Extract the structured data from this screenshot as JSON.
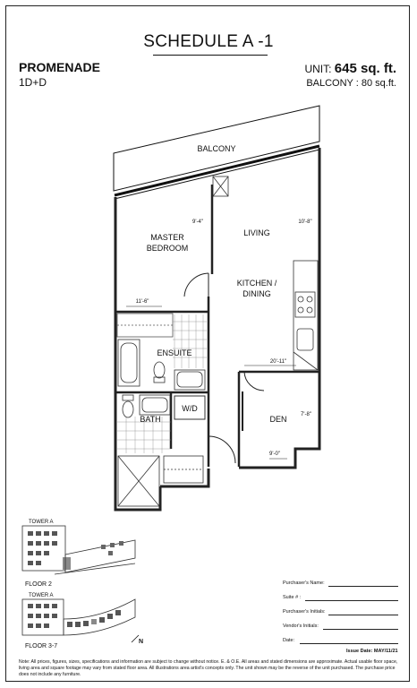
{
  "header": {
    "title": "SCHEDULE A -1",
    "project_name": "PROMENADE",
    "unit_type": "1D+D",
    "unit_prefix": "UNIT:",
    "unit_area": "645 sq. ft.",
    "balcony_area": "BALCONY : 80 sq.ft."
  },
  "rooms": {
    "balcony": "BALCONY",
    "master_line1": "MASTER",
    "master_line2": "BEDROOM",
    "living": "LIVING",
    "kitchen_line1": "KITCHEN /",
    "kitchen_line2": "DINING",
    "ensuite": "ENSUITE",
    "bath": "BATH",
    "wd": "W/D",
    "den": "DEN"
  },
  "dimensions": {
    "master_width": "9'-4\"",
    "living_width": "10'-8\"",
    "master_depth": "11'-6\"",
    "kitchen_depth": "20'-11\"",
    "den_depth": "7'-8\"",
    "den_width": "9'-0\""
  },
  "key_plans": {
    "tower_label_1": "TOWER A",
    "floor_2": "FLOOR 2",
    "tower_label_2": "TOWER A",
    "floor_3_7": "FLOOR 3-7",
    "north": "N"
  },
  "signature_fields": {
    "purchaser_name": "Purchaser's Name:",
    "suite": "Suite # :",
    "purchaser_initials": "Purchaser's Initials:",
    "vendor_initials": "Vendor's Initials:",
    "date": "Date:"
  },
  "issue": {
    "label": "Issue Date:",
    "date": "MAY/11/21"
  },
  "note": "Note: All prices, figures, sizes, specifications and information are subject to change without notice. E. & O.E. All areas and stated dimensions are approximate. Actual usable floor space, living area and square footage may vary from stated floor area. All illustrations area artist's concepts only. The unit shown may be the reverse of the unit purchased. The purchase price does not include any furniture.",
  "colors": {
    "line": "#111111",
    "wall": "#333333",
    "tile": "#777777",
    "keyplan_highlight": "#8a8a8a"
  }
}
